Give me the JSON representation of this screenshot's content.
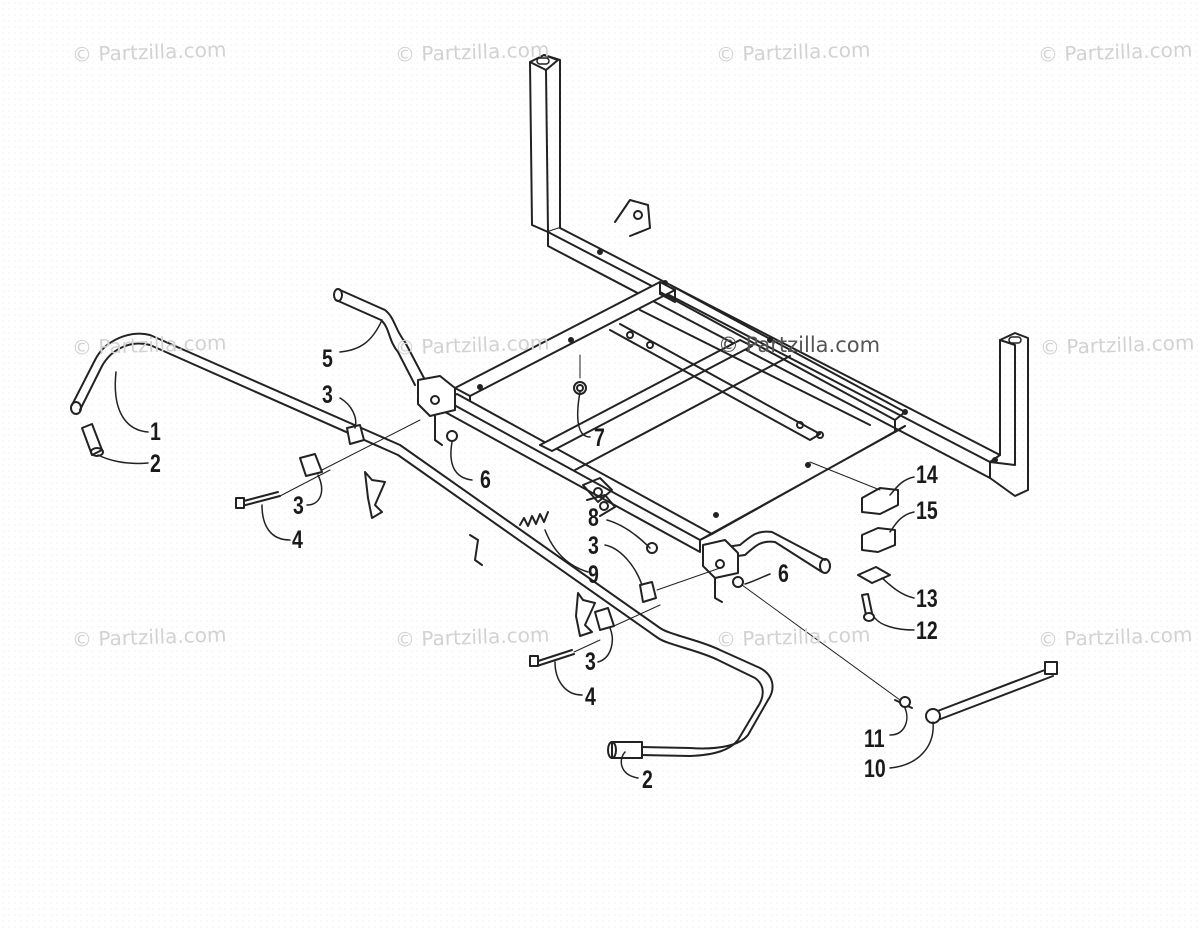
{
  "watermarks": [
    "© Partzilla.com",
    "© Partzilla.com",
    "© Partzilla.com",
    "© Partzilla.com",
    "© Partzilla.com",
    "© Partzilla.com",
    "© Partzilla.com",
    "© Partzilla.com",
    "© Partzilla.com",
    "© Partzilla.com",
    "© Partzilla.com"
  ],
  "center_watermark": "© Partzilla.com",
  "callouts": [
    "1",
    "2",
    "5",
    "3",
    "3",
    "4",
    "6",
    "7",
    "8",
    "3",
    "9",
    "3",
    "4",
    "6",
    "14",
    "15",
    "13",
    "12",
    "11",
    "10",
    "2"
  ],
  "colors": {
    "line": "#222222",
    "watermark": "#d2d2d2",
    "background": "#ffffff"
  }
}
